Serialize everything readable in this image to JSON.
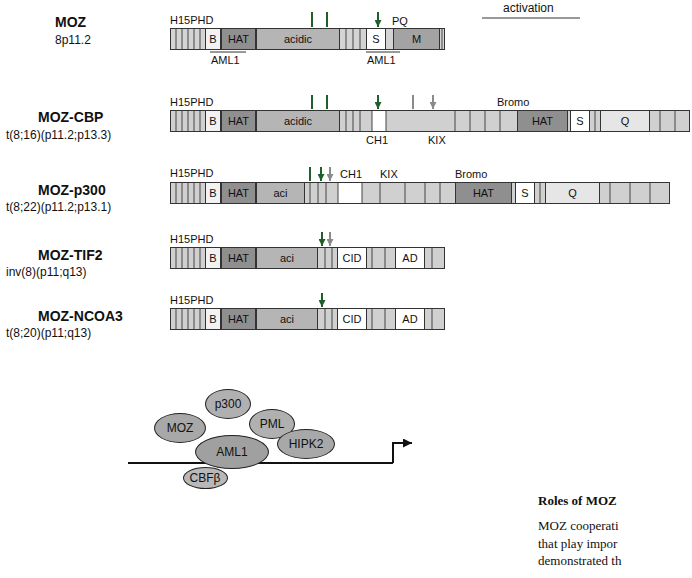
{
  "diagram": {
    "nodes": [
      {
        "text": [
          "MOZ",
          "8p11.2"
        ]
      },
      {
        "text": [
          "B"
        ],
        "in": 0
      },
      {
        "text": [
          "HAT"
        ],
        "in": 0
      },
      {
        "text": [
          "acidic"
        ],
        "in": 0
      },
      {
        "text": [
          "S"
        ],
        "in": 0
      },
      {
        "text": [
          "M"
        ],
        "in": 0
      },
      {
        "text": [
          "MOZ-CBP",
          "t(8;16)(p11.2;p13.3)"
        ]
      },
      {
        "text": [
          "B"
        ],
        "in": 6
      },
      {
        "text": [
          "HAT"
        ],
        "in": 6
      },
      {
        "text": [
          "acidic"
        ],
        "in": 6
      },
      {
        "text": [
          "HAT"
        ],
        "in": 6
      },
      {
        "text": [
          "S"
        ],
        "in": 6
      },
      {
        "text": [
          "Q"
        ],
        "in": 6
      },
      {
        "text": [
          "MOZ-p300",
          "t(8;22)(p11.2;p13.1)"
        ]
      },
      {
        "text": [
          "B"
        ],
        "in": 13
      },
      {
        "text": [
          "HAT"
        ],
        "in": 13
      },
      {
        "text": [
          "aci"
        ],
        "in": 13
      },
      {
        "text": [
          "HAT"
        ],
        "in": 13
      },
      {
        "text": [
          "S"
        ],
        "in": 13
      },
      {
        "text": [
          "Q"
        ],
        "in": 13
      },
      {
        "text": [
          "MOZ-TIF2",
          "inv(8)(p11;q13)"
        ]
      },
      {
        "text": [
          "B"
        ],
        "in": 20
      },
      {
        "text": [
          "HAT"
        ],
        "in": 20
      },
      {
        "text": [
          "aci"
        ],
        "in": 20
      },
      {
        "text": [
          "CID"
        ],
        "in": 20
      },
      {
        "text": [
          "AD"
        ],
        "in": 20
      },
      {
        "text": [
          "MOZ-NCOA3",
          "t(8;20)(p11;q13)"
        ]
      },
      {
        "text": [
          "B"
        ],
        "in": 26
      },
      {
        "text": [
          "HAT"
        ],
        "in": 26
      },
      {
        "text": [
          "aci"
        ],
        "in": 26
      },
      {
        "text": [
          "CID"
        ],
        "in": 26
      },
      {
        "text": [
          "AD"
        ],
        "in": 26
      },
      {
        "text": [
          "p300"
        ]
      },
      {
        "text": [
          "MOZ"
        ]
      },
      {
        "text": [
          "PML"
        ]
      },
      {
        "text": [
          "HIPK2"
        ]
      },
      {
        "text": [
          "AML1"
        ]
      },
      {
        "text": [
          "CBFβ"
        ]
      }
    ],
    "labels": [
      "activation",
      "H15PHD",
      "PQ",
      "AML1",
      "AML1",
      "H15PHD",
      "CH1",
      "KIX",
      "Bromo",
      "H15PHD",
      "CH1",
      "KIX",
      "Bromo",
      "H15PHD",
      "H15PHD",
      "Roles of MOZ",
      "MOZ cooperati",
      "that play impor",
      "demonstrated th"
    ]
  }
}
